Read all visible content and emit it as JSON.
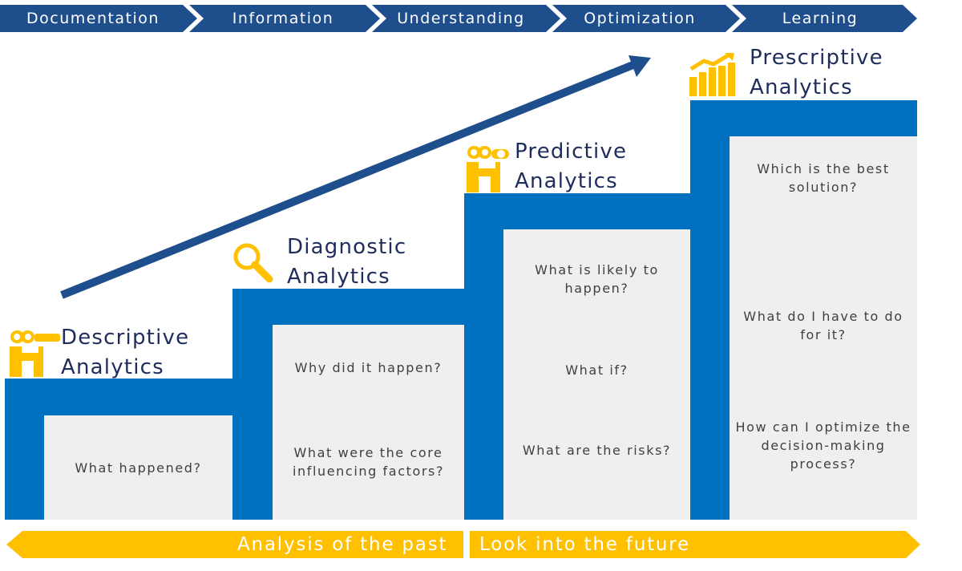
{
  "colors": {
    "navy": "#1f4e8c",
    "step_blue": "#0070c0",
    "panel_gray": "#efefef",
    "gold": "#ffc000",
    "title_text": "#1f2d5c",
    "question_text": "#404040"
  },
  "stages": [
    "Documentation",
    "Information",
    "Understanding",
    "Optimization",
    "Learning"
  ],
  "steps": [
    {
      "icon": "binoculars-icon",
      "title_line1": "Descriptive",
      "title_line2": "Analytics",
      "questions": [
        "What happened?"
      ]
    },
    {
      "icon": "magnifier-icon",
      "title_line1": "Diagnostic",
      "title_line2": "Analytics",
      "questions": [
        "Why did it happen?",
        "What were the core influencing factors?"
      ]
    },
    {
      "icon": "binoculars-icon",
      "title_line1": "Predictive",
      "title_line2": "Analytics",
      "questions": [
        "What is likely to happen?",
        "What if?",
        "What are the risks?"
      ]
    },
    {
      "icon": "bar-chart-growth-icon",
      "title_line1": "Prescriptive",
      "title_line2": "Analytics",
      "questions": [
        "Which is the best solution?",
        "What do I have to do for it?",
        "How can I optimize the decision-making process?"
      ]
    }
  ],
  "timeline": {
    "past": "Analysis of the past",
    "future": "Look into the future"
  }
}
